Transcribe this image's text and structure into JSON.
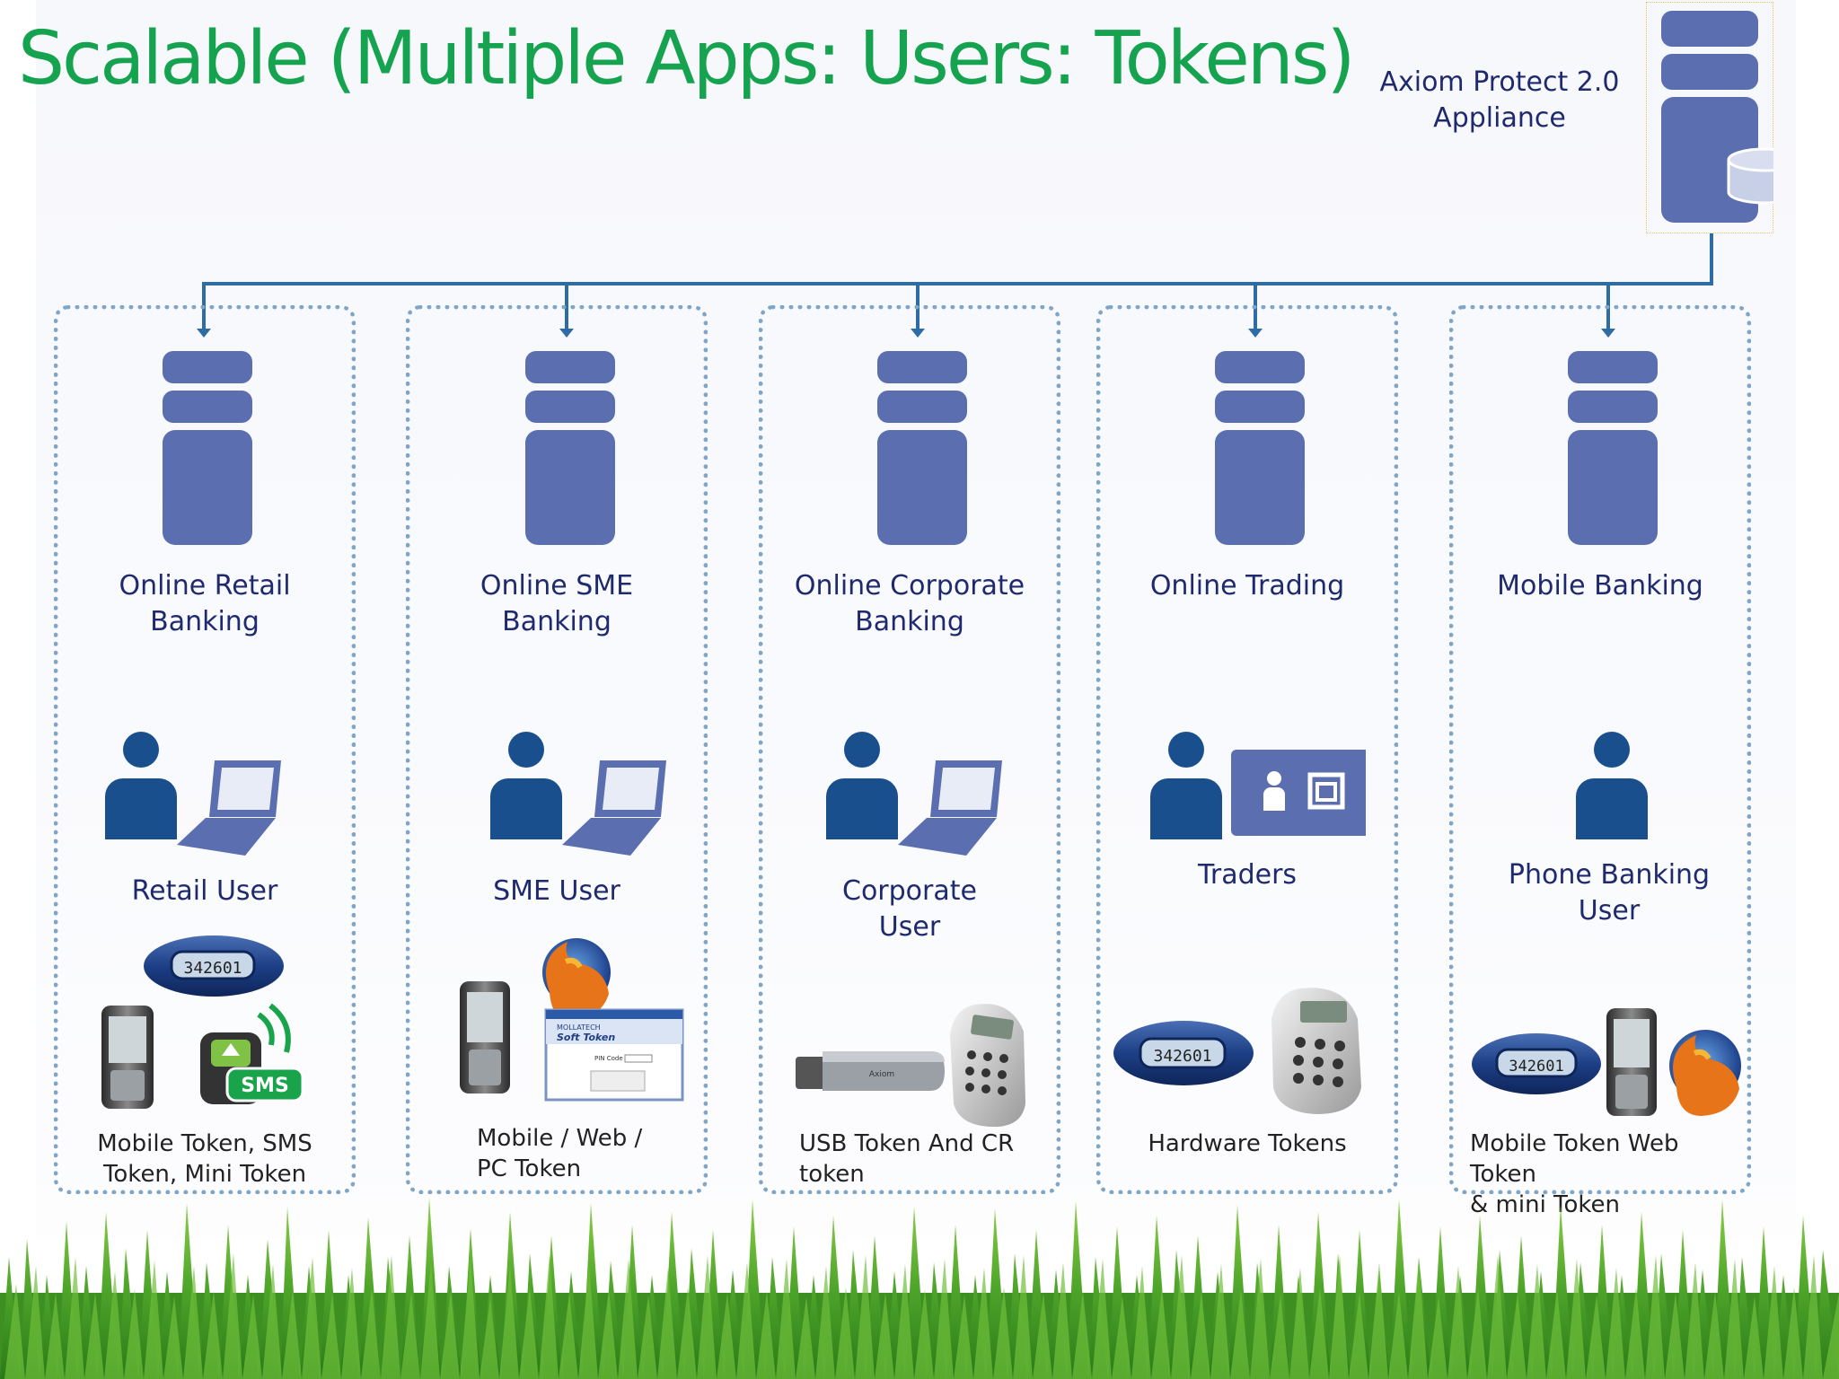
{
  "title": "Scalable (Multiple Apps: Users: Tokens)",
  "appliance": {
    "label": "Axiom Protect 2.0\nAppliance"
  },
  "colors": {
    "title": "#16a34f",
    "server": "#5b6fb0",
    "user": "#1a4f8e",
    "label": "#1f2a6e",
    "connector": "#2e6ca4",
    "column_border": "#7fa6c8"
  },
  "columns": [
    {
      "app": "Online Retail\nBanking",
      "user": "Retail User",
      "user_icon": "person-laptop-icon",
      "tokens": "Mobile Token, SMS\nToken, Mini Token",
      "token_icons": [
        "mini-token-icon",
        "mobile-phone-icon",
        "sms-phone-icon"
      ]
    },
    {
      "app": "Online SME\nBanking",
      "user": "SME User",
      "user_icon": "person-laptop-icon",
      "tokens": "Mobile / Web /\nPC Token",
      "token_icons": [
        "mobile-phone-icon",
        "firefox-icon",
        "soft-token-window-icon"
      ]
    },
    {
      "app": "Online Corporate\nBanking",
      "user": "Corporate\nUser",
      "user_icon": "person-laptop-icon",
      "tokens": "USB Token And CR\ntoken",
      "token_icons": [
        "usb-token-icon",
        "cr-calculator-token-icon"
      ]
    },
    {
      "app": "Online Trading",
      "user": "Traders",
      "user_icon": "person-card-icon",
      "tokens": "Hardware Tokens",
      "token_icons": [
        "mini-token-icon",
        "cr-calculator-token-icon"
      ]
    },
    {
      "app": "Mobile Banking",
      "user": "Phone Banking\nUser",
      "user_icon": "person-icon",
      "tokens": "Mobile Token Web Token\n& mini Token",
      "token_icons": [
        "mini-token-icon",
        "mobile-phone-icon",
        "firefox-icon"
      ]
    }
  ],
  "soft_token": {
    "vendor": "MOLLATECH",
    "product": "Soft Token",
    "pin_label": "PIN Code"
  },
  "token_display": "342601",
  "usb_brand": "Axiom",
  "sms_badge": "SMS"
}
